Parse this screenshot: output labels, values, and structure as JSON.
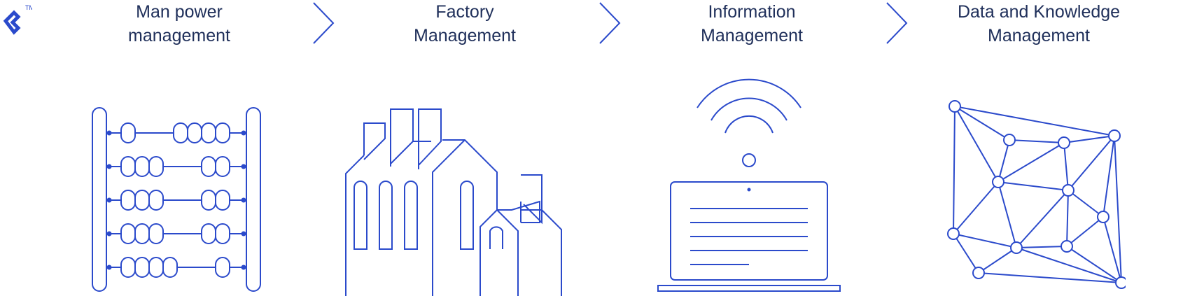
{
  "brand": {
    "trademark": "TM"
  },
  "colors": {
    "accent": "#2b4acb",
    "text": "#1f2f5a",
    "background": "#ffffff"
  },
  "stages": [
    {
      "title": "Man power\nmanagement",
      "icon": "abacus-icon"
    },
    {
      "title": "Factory\nManagement",
      "icon": "factory-icon"
    },
    {
      "title": "Information\nManagement",
      "icon": "laptop-wifi-icon"
    },
    {
      "title": "Data and Knowledge\nManagement",
      "icon": "network-graph-icon"
    }
  ],
  "arrows": [
    "chevron-right-icon",
    "chevron-right-icon",
    "chevron-right-icon"
  ]
}
